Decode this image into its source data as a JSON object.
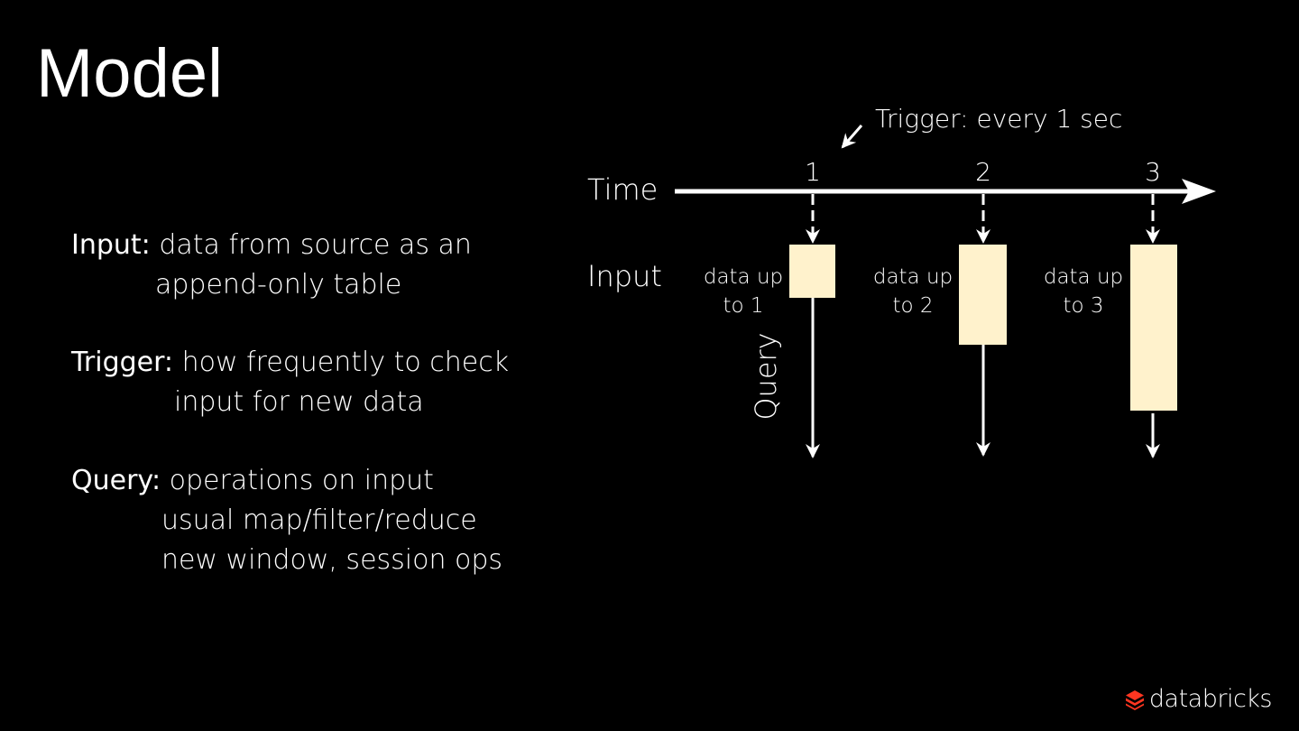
{
  "slide": {
    "title": "Model"
  },
  "bullets": [
    {
      "term": "Input:",
      "lines": [
        "data from source as an",
        "append-only table"
      ]
    },
    {
      "term": "Trigger:",
      "lines": [
        "how frequently to check",
        "input for new data"
      ]
    },
    {
      "term": "Query:",
      "lines": [
        "operations on input",
        "usual map/filter/reduce",
        "new window, session ops"
      ]
    }
  ],
  "diagram": {
    "trigger_label": "Trigger: every 1 sec",
    "time_label": "Time",
    "input_label": "Input",
    "query_label": "Query",
    "ticks": [
      {
        "label": "1",
        "data_line1": "data up",
        "data_line2": "to 1",
        "fill": 1
      },
      {
        "label": "2",
        "data_line1": "data up",
        "data_line2": "to 2",
        "fill": 2
      },
      {
        "label": "3",
        "data_line1": "data up",
        "data_line2": "to 3",
        "fill": 3
      }
    ],
    "colors": {
      "box": "#fff2cc",
      "line": "#ffffff",
      "logo": "#ff3621"
    }
  },
  "logo": {
    "text": "databricks",
    "icon": "databricks-stack-icon"
  }
}
